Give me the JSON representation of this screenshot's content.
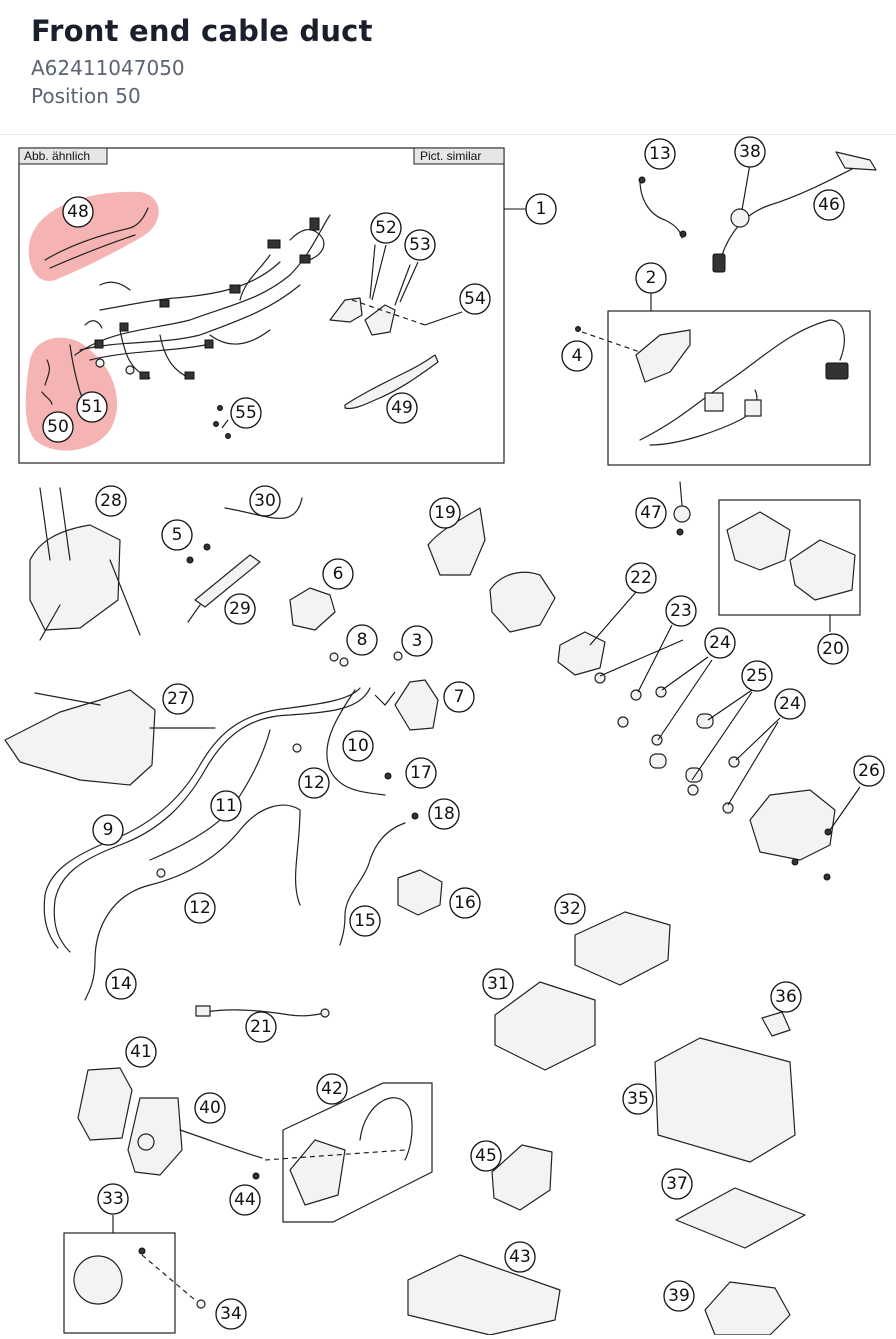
{
  "header": {
    "title": "Front end cable duct",
    "part_number": "A62411047050",
    "position": "Position 50"
  },
  "diagram": {
    "tag_left": "Abb. ähnlich",
    "tag_right": "Pict. similar",
    "highlight_color": "#f08080",
    "callouts": {
      "c1": "1",
      "c2": "2",
      "c3": "3",
      "c4": "4",
      "c5": "5",
      "c6": "6",
      "c7": "7",
      "c8": "8",
      "c9": "9",
      "c10": "10",
      "c11": "11",
      "c12a": "12",
      "c12b": "12",
      "c13": "13",
      "c14": "14",
      "c15": "15",
      "c16": "16",
      "c17": "17",
      "c18": "18",
      "c19": "19",
      "c20": "20",
      "c21": "21",
      "c22": "22",
      "c23": "23",
      "c24a": "24",
      "c24b": "24",
      "c25": "25",
      "c26": "26",
      "c27": "27",
      "c28": "28",
      "c29": "29",
      "c30": "30",
      "c31": "31",
      "c32": "32",
      "c33": "33",
      "c34": "34",
      "c35": "35",
      "c36": "36",
      "c37": "37",
      "c38": "38",
      "c39": "39",
      "c40": "40",
      "c41": "41",
      "c42": "42",
      "c43": "43",
      "c44": "44",
      "c45": "45",
      "c46": "46",
      "c47": "47",
      "c48": "48",
      "c49": "49",
      "c50": "50",
      "c51": "51",
      "c52": "52",
      "c53": "53",
      "c54": "54",
      "c55": "55"
    }
  }
}
